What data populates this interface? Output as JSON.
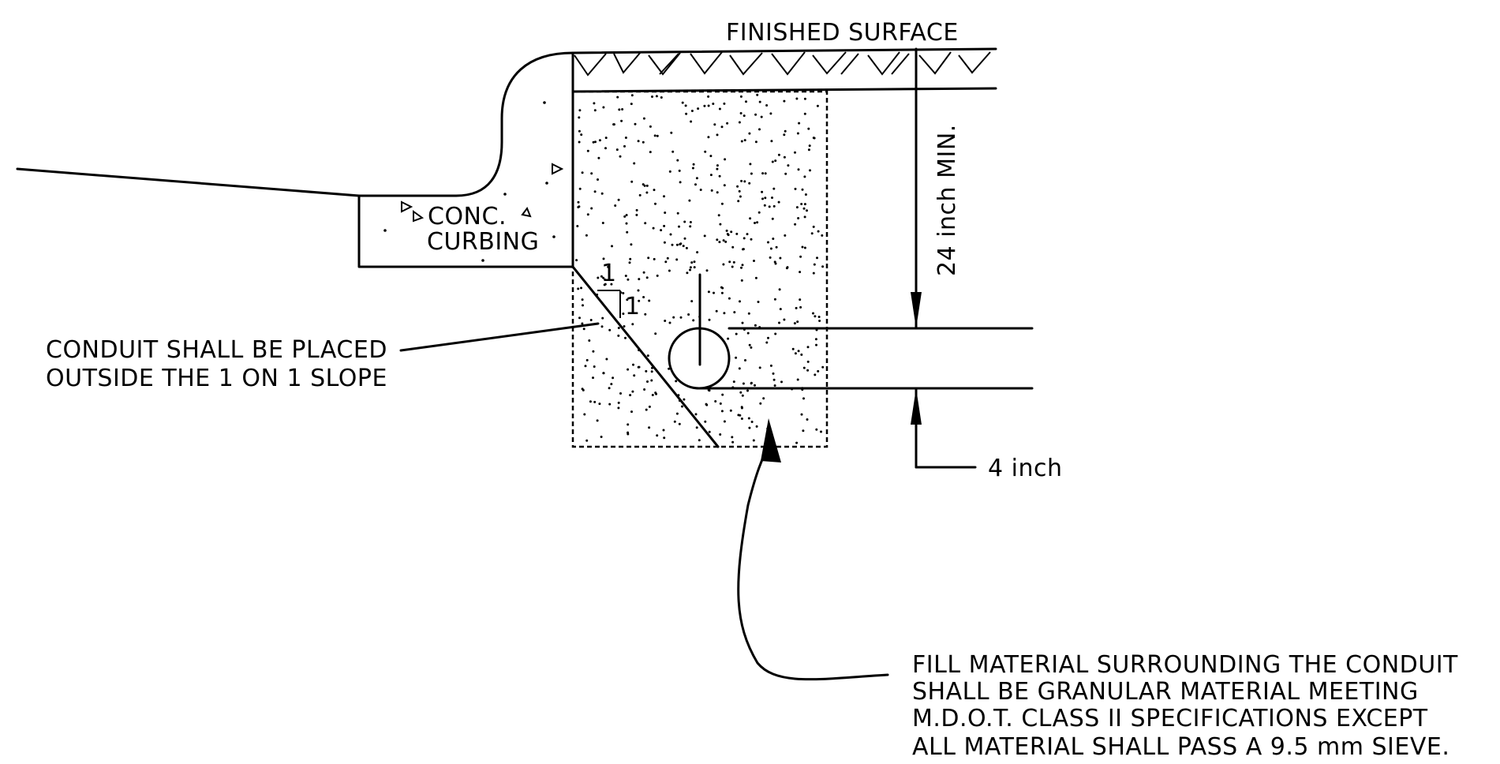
{
  "labels": {
    "finished_surface": "FINISHED SURFACE",
    "depth_dim": "24 inch MIN.",
    "curb_line1": "CONC.",
    "curb_line2": "CURBING",
    "slope_rise": "1",
    "slope_run": "1",
    "conduit_note_line1": "CONDUIT SHALL BE PLACED",
    "conduit_note_line2": "OUTSIDE THE 1 ON 1 SLOPE",
    "cover_dim": "4 inch",
    "fill_note_line1": "FILL MATERIAL SURROUNDING THE CONDUIT",
    "fill_note_line2": "SHALL BE GRANULAR MATERIAL MEETING",
    "fill_note_line3": "M.D.O.T. CLASS II SPECIFICATIONS EXCEPT",
    "fill_note_line4": "ALL MATERIAL SHALL PASS A 9.5 mm SIEVE."
  }
}
